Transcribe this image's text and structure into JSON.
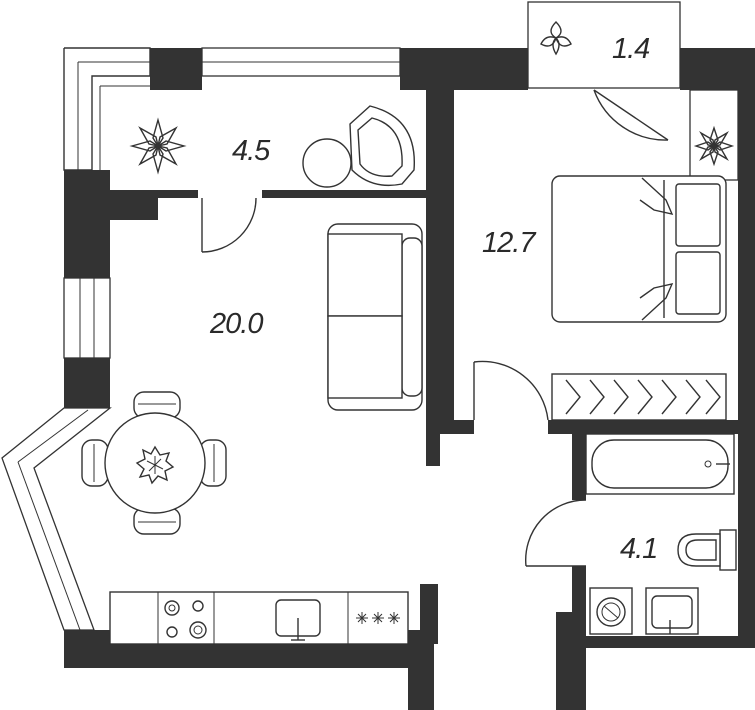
{
  "rooms": [
    {
      "id": "living-kitchen",
      "area": "20.0"
    },
    {
      "id": "bedroom",
      "area": "12.7"
    },
    {
      "id": "loggia",
      "area": "4.5"
    },
    {
      "id": "storage",
      "area": "1.4"
    },
    {
      "id": "bathroom",
      "area": "4.1"
    }
  ],
  "colors": {
    "wall": "#333333",
    "line": "#333333",
    "background": "#ffffff"
  },
  "icons": [
    "plant-icon",
    "armchair-icon",
    "sofa-icon",
    "dining-table-icon",
    "chair-icon",
    "stove-icon",
    "sink-icon",
    "bed-icon",
    "wardrobe-icon",
    "bathtub-icon",
    "toilet-icon",
    "washing-machine-icon",
    "door-icon"
  ]
}
